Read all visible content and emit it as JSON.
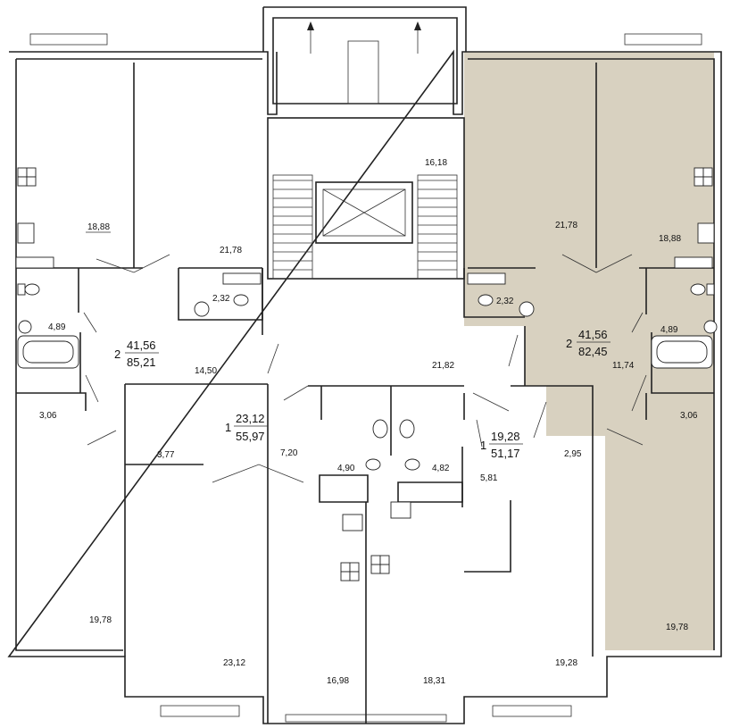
{
  "colors": {
    "highlight": "#d8d1c0",
    "wall": "#222222",
    "background": "#ffffff"
  },
  "rooms": [
    {
      "id": "r1",
      "area": "18,88"
    },
    {
      "id": "r2",
      "area": "21,78"
    },
    {
      "id": "r3",
      "area": "2,32"
    },
    {
      "id": "r4",
      "area": "4,89"
    },
    {
      "id": "r5",
      "area": "14,50"
    },
    {
      "id": "r6",
      "area": "3,06"
    },
    {
      "id": "r7",
      "area": "3,77"
    },
    {
      "id": "r8",
      "area": "7,20"
    },
    {
      "id": "r9",
      "area": "4,90"
    },
    {
      "id": "r10",
      "area": "4,82"
    },
    {
      "id": "r11",
      "area": "16,18"
    },
    {
      "id": "r12",
      "area": "21,78"
    },
    {
      "id": "r13",
      "area": "18,88"
    },
    {
      "id": "r14",
      "area": "2,32"
    },
    {
      "id": "r15",
      "area": "4,89"
    },
    {
      "id": "r16",
      "area": "21,82"
    },
    {
      "id": "r17",
      "area": "11,74"
    },
    {
      "id": "r18",
      "area": "3,06"
    },
    {
      "id": "r19",
      "area": "2,95"
    },
    {
      "id": "r20",
      "area": "5,81"
    },
    {
      "id": "r21",
      "area": "19,78"
    },
    {
      "id": "r22",
      "area": "23,12"
    },
    {
      "id": "r23",
      "area": "16,98"
    },
    {
      "id": "r24",
      "area": "18,31"
    },
    {
      "id": "r25",
      "area": "19,28"
    },
    {
      "id": "r26",
      "area": "19,78"
    }
  ],
  "apartments": [
    {
      "id": "a1",
      "rooms": "2",
      "living": "41,56",
      "total": "85,21"
    },
    {
      "id": "a2",
      "rooms": "1",
      "living": "23,12",
      "total": "55,97"
    },
    {
      "id": "a3",
      "rooms": "1",
      "living": "19,28",
      "total": "51,17"
    },
    {
      "id": "a4",
      "rooms": "2",
      "living": "41,56",
      "total": "82,45"
    }
  ]
}
